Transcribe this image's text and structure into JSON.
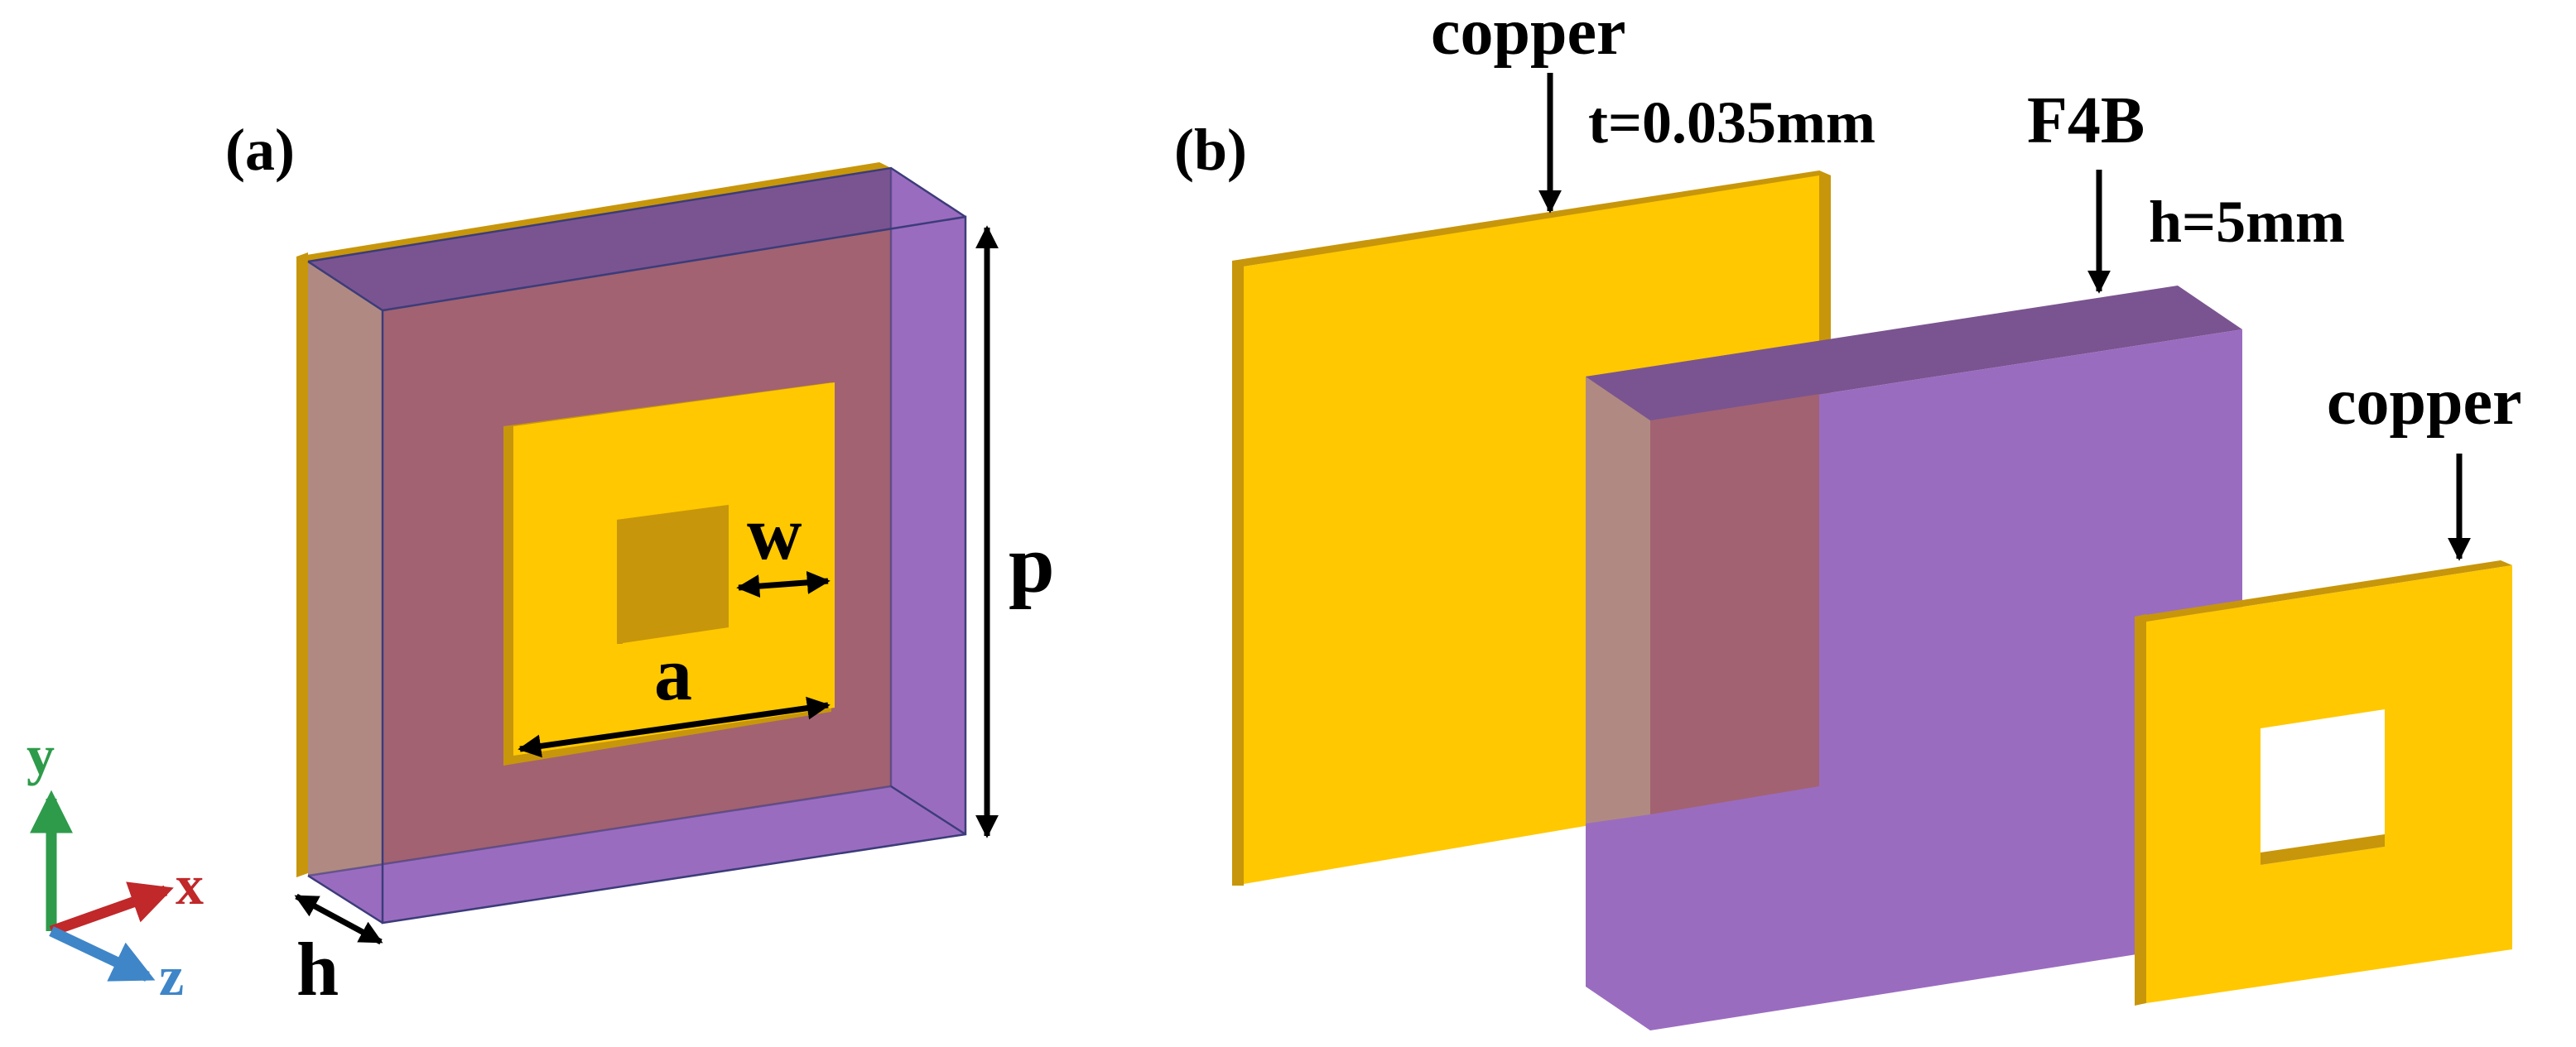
{
  "panel_a": {
    "label": "(a)",
    "dimensions": {
      "w": "w",
      "a": "a",
      "p": "p",
      "h": "h"
    }
  },
  "panel_b": {
    "label": "(b)",
    "top_copper": {
      "label": "copper",
      "thickness": "t=0.035mm"
    },
    "substrate": {
      "label": "F4B",
      "thickness": "h=5mm"
    },
    "bottom_copper": {
      "label": "copper"
    }
  },
  "axes": {
    "y": "y",
    "x": "x",
    "z": "z"
  },
  "colors": {
    "copper": "#FFC800",
    "copper_edge": "#C8960A",
    "substrate": "#9A6CC0",
    "substrate_top": "#7A5490",
    "substrate_overlap": "#A26272",
    "axis_y": "#2E9B4A",
    "axis_x": "#C0282A",
    "axis_z": "#3F86C8"
  }
}
